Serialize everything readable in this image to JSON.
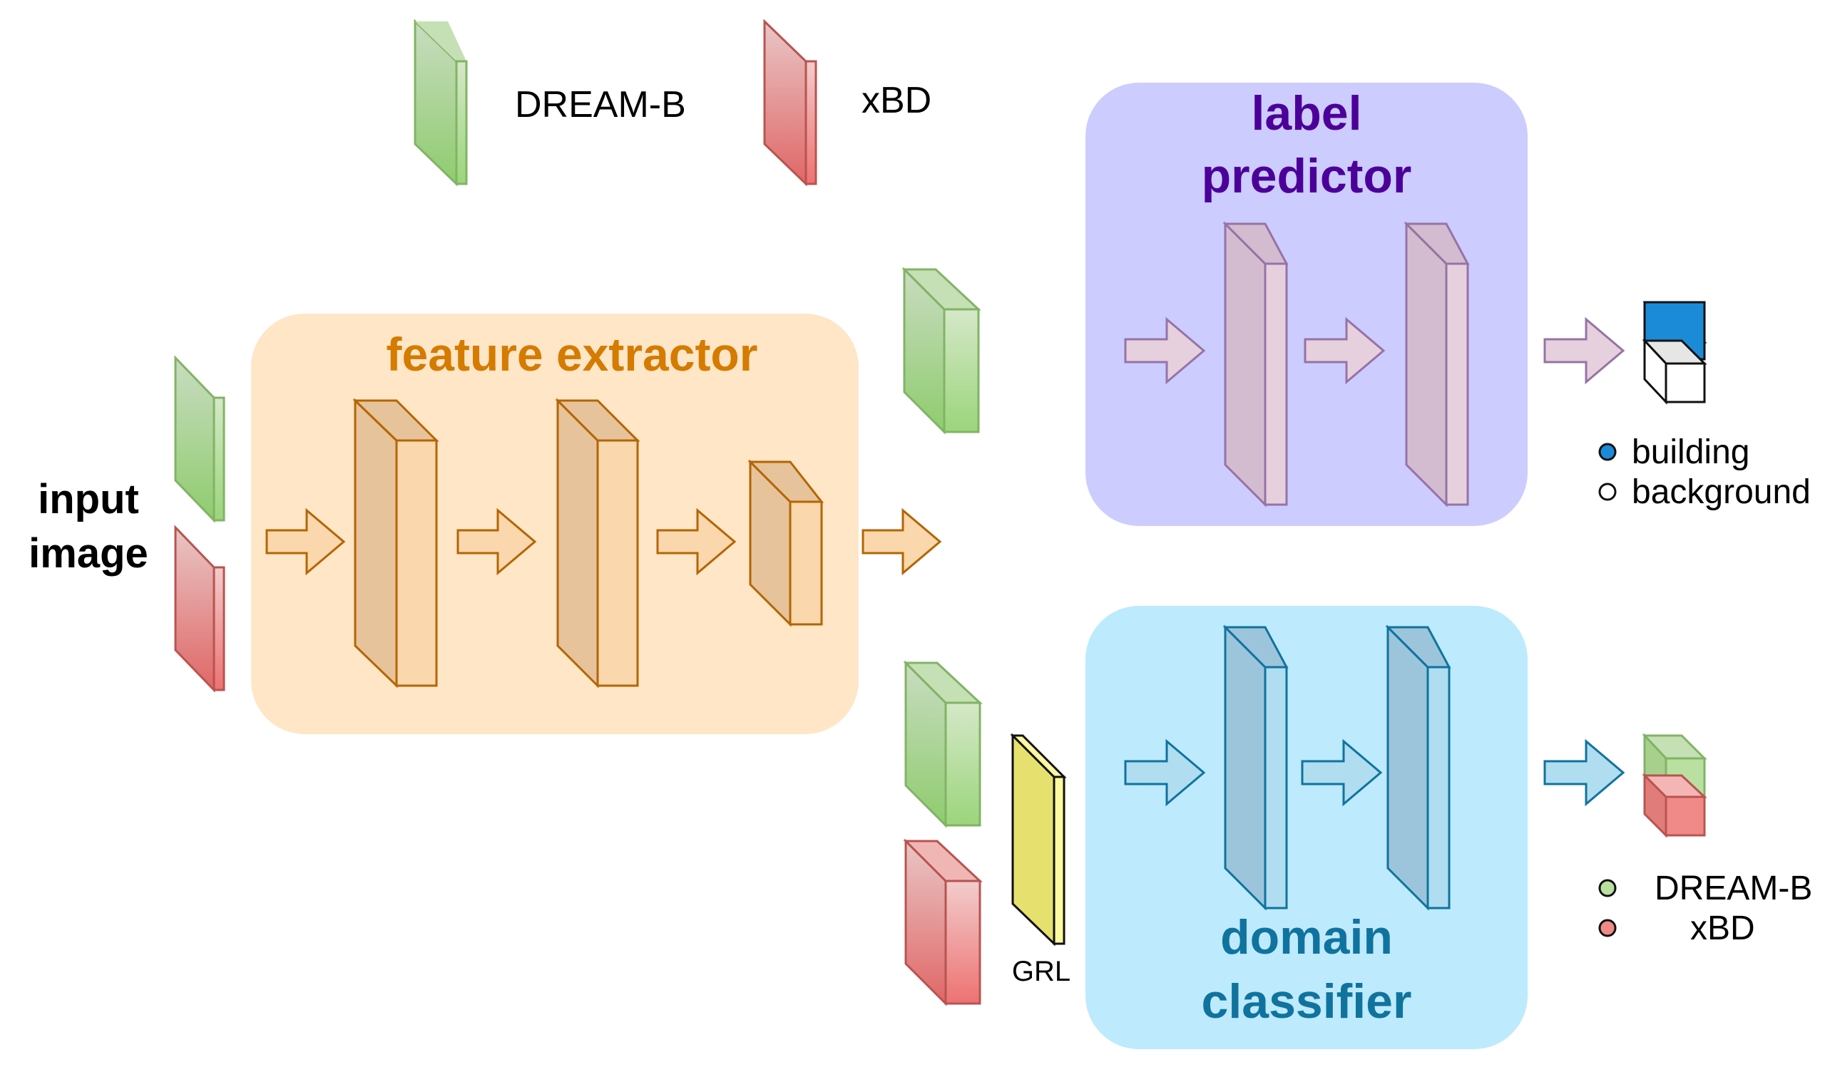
{
  "legend": {
    "dream_b": "DREAM-B",
    "xbd": "xBD"
  },
  "input": {
    "line1": "input",
    "line2": "image"
  },
  "feature_extractor": {
    "title": "feature extractor"
  },
  "label_predictor": {
    "title_line1": "label",
    "title_line2": "predictor"
  },
  "domain_classifier": {
    "title_line1": "domain",
    "title_line2": "classifier"
  },
  "grl": {
    "label": "GRL"
  },
  "label_output": {
    "building": "building",
    "background": "background"
  },
  "domain_output": {
    "dream_b": "DREAM-B",
    "xbd": "xBD"
  },
  "colors": {
    "green": "#97d077",
    "red": "#ea6b66",
    "orange_panel": "#ffe6c7",
    "orange_title": "#d47b00",
    "purple_panel": "#ccccff",
    "purple_title": "#4c0099",
    "blue_panel": "#bdeafd",
    "blue_title": "#10739e",
    "yellow": "#e6e06e",
    "building_blue": "#1b8bd8"
  }
}
